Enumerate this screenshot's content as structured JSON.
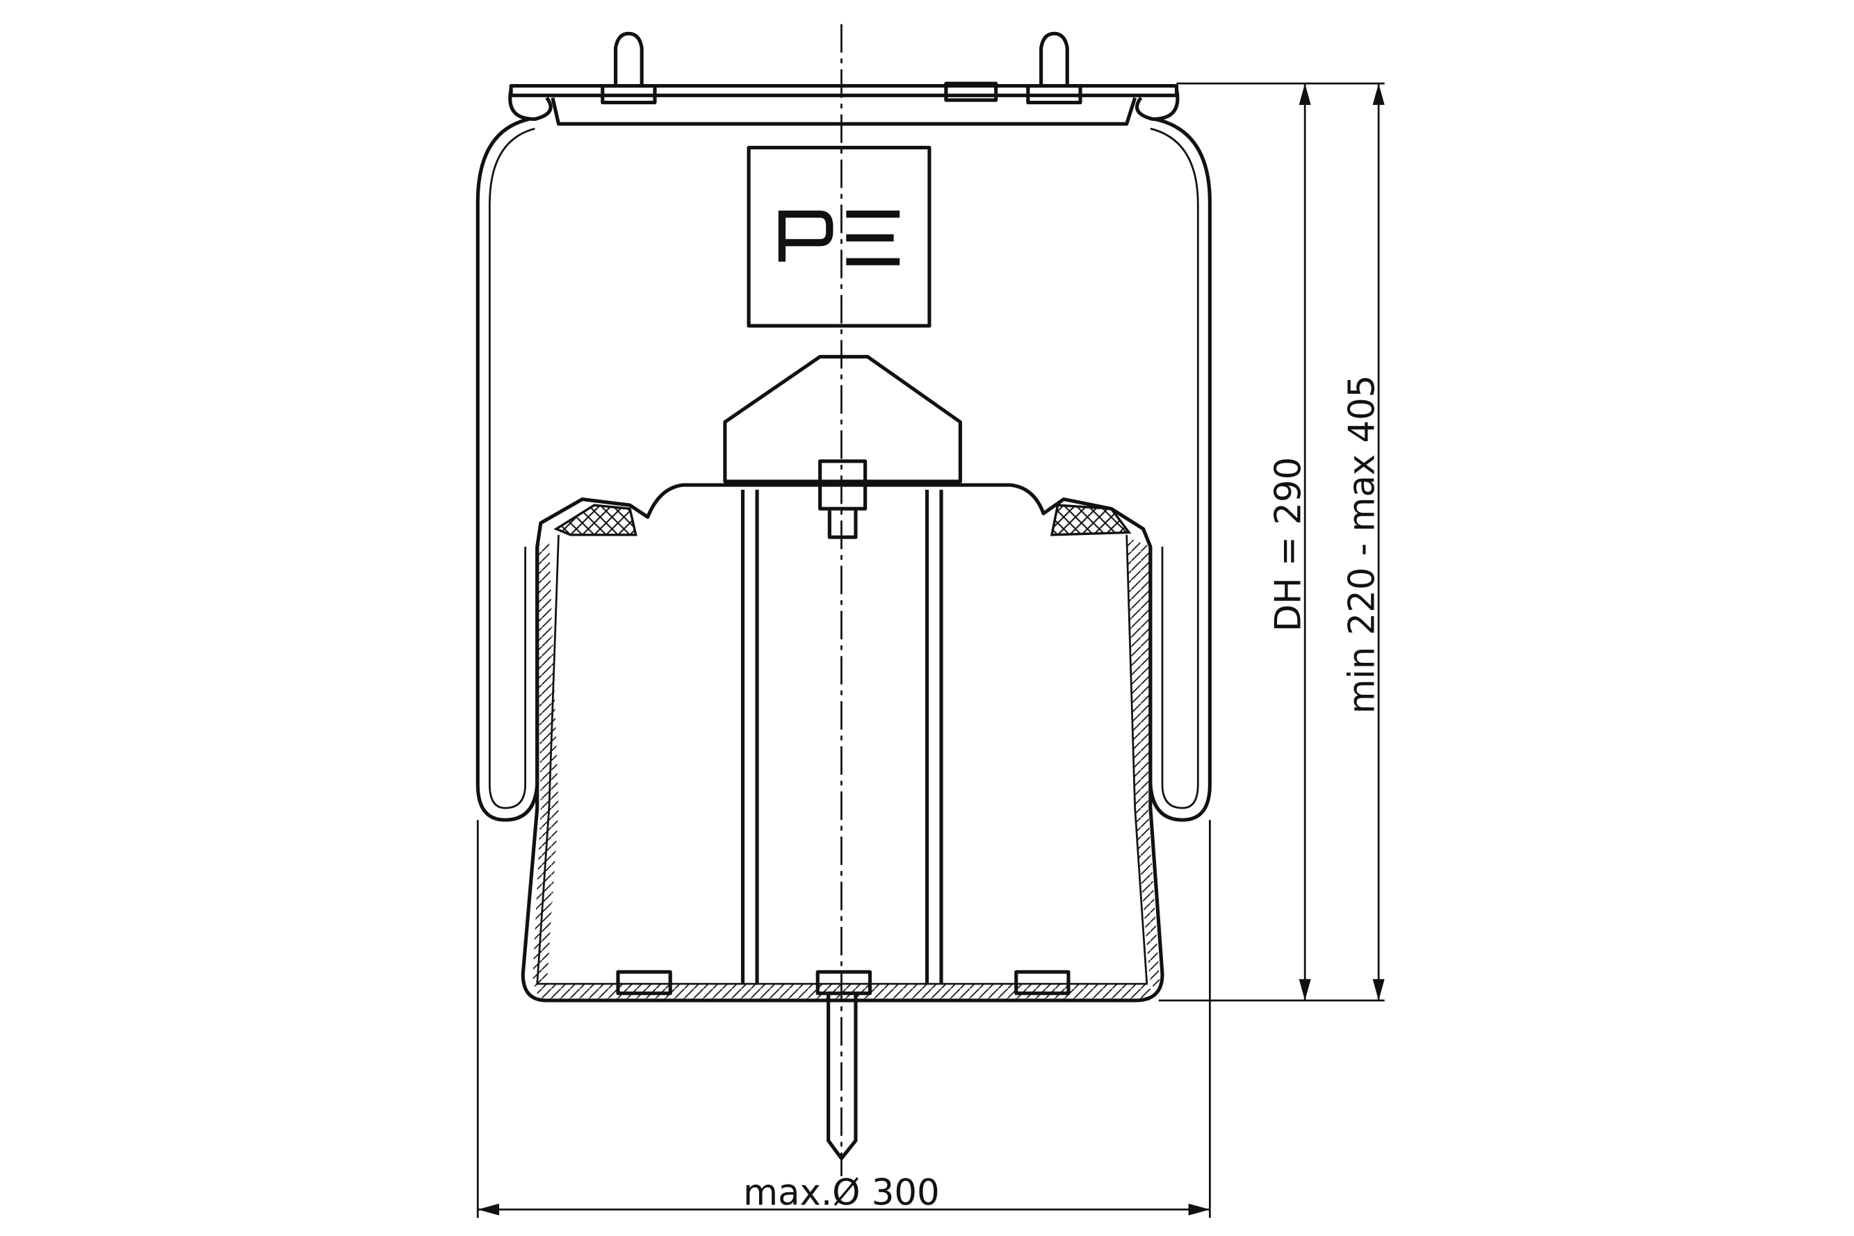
{
  "drawing": {
    "logo_text": "PE",
    "dimensions": {
      "design_height": "DH = 290",
      "stroke_range": "min 220 - max 405",
      "max_diameter": "max.Ø 300"
    }
  }
}
